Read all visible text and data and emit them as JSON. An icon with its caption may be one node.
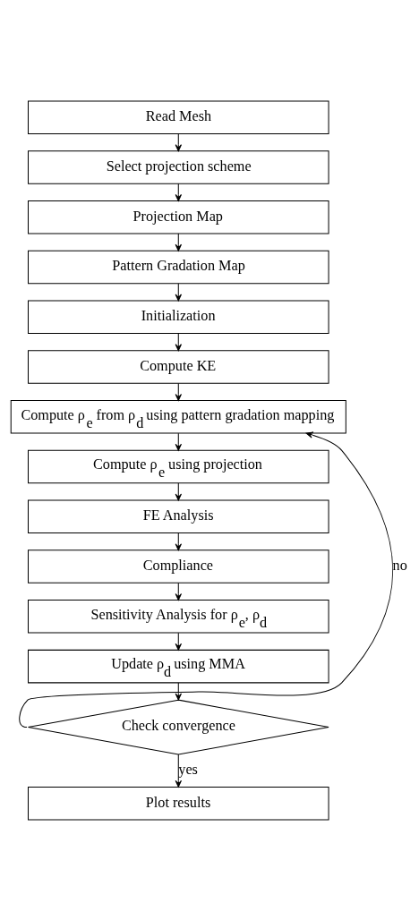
{
  "diagram": {
    "nodes": [
      {
        "text": [
          "Read Mesh"
        ]
      },
      {
        "text": [
          "Select projection scheme"
        ]
      },
      {
        "text": [
          "Projection Map"
        ]
      },
      {
        "text": [
          "Pattern Gradation Map"
        ]
      },
      {
        "text": [
          "Initialization"
        ]
      },
      {
        "text": [
          "Compute KE"
        ]
      },
      {
        "text": [
          "Compute ρ$_{e}$ from ρ$_{d}$ using pattern gradation mapping"
        ]
      },
      {
        "text": [
          "Compute ρ$_{e}$ using projection"
        ]
      },
      {
        "text": [
          "FE Analysis"
        ]
      },
      {
        "text": [
          "Compliance"
        ]
      },
      {
        "text": [
          "Sensitivity Analysis for ρ$_{e}$, ρ$_{d}$"
        ]
      },
      {
        "text": [
          "Update ρ$_{d}$ using MMA"
        ]
      },
      {
        "text": [
          "Check convergence"
        ]
      },
      {
        "text": [
          "Plot results"
        ]
      }
    ],
    "edges": [
      {
        "from": 0,
        "to": 1,
        "arrow": "to"
      },
      {
        "from": 1,
        "to": 2,
        "arrow": "to"
      },
      {
        "from": 2,
        "to": 3,
        "arrow": "to"
      },
      {
        "from": 3,
        "to": 4,
        "arrow": "to"
      },
      {
        "from": 4,
        "to": 5,
        "arrow": "to"
      },
      {
        "from": 5,
        "to": 6,
        "arrow": "to"
      },
      {
        "from": 6,
        "to": 7,
        "arrow": "to"
      },
      {
        "from": 7,
        "to": 8,
        "arrow": "to"
      },
      {
        "from": 8,
        "to": 9,
        "arrow": "to"
      },
      {
        "from": 9,
        "to": 10,
        "arrow": "to"
      },
      {
        "from": 10,
        "to": 11,
        "arrow": "to"
      },
      {
        "from": 11,
        "to": 12,
        "arrow": "to"
      },
      {
        "from": 12,
        "to": 6,
        "arrow": "to",
        "label": "no"
      },
      {
        "from": 12,
        "to": 13,
        "arrow": "to",
        "label": "yes"
      }
    ]
  }
}
